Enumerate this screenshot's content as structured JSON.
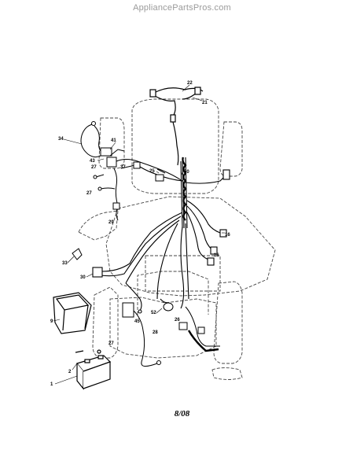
{
  "header": {
    "watermark": "AppliancePartsPros.com"
  },
  "footer": {
    "code": "8/08"
  },
  "callouts": [
    "22",
    "21",
    "41",
    "34",
    "43",
    "27",
    "37",
    "50",
    "25",
    "27",
    "29",
    "16",
    "16",
    "33",
    "30",
    "52",
    "45",
    "26",
    "28",
    "27",
    "9",
    "2",
    "1"
  ]
}
